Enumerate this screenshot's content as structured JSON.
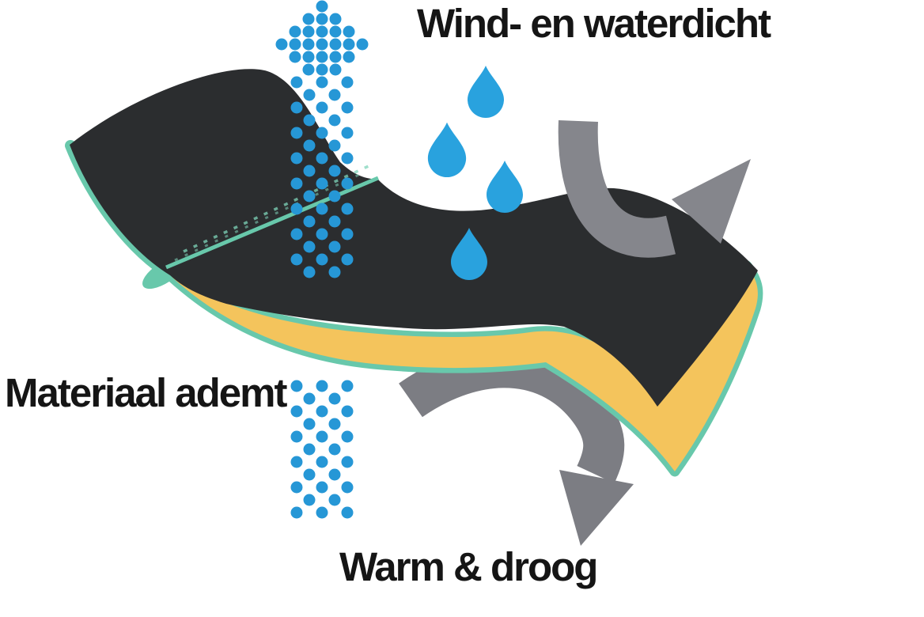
{
  "title": "Wind- en waterdicht",
  "labels": {
    "windproof": "Wind- en waterdicht",
    "breathable": "Materiaal ademt",
    "warm_dry": "Warm & droog"
  },
  "colors": {
    "background": "#ffffff",
    "fabric_dark": "#2b2d2f",
    "membrane_teal": "#68c8ab",
    "stitch_teal": "#7fd4ba",
    "lining_yellow": "#f4c45c",
    "breath_dot_blue": "#2697d6",
    "water_drop_blue": "#29a2de",
    "wind_arrow_gray": "#85868c",
    "warmth_arrow_gray": "#7c7d83",
    "text": "#151515"
  },
  "icons": {
    "breath_arrow_upper": "dotted-arrow-up",
    "breath_dots_lower": "dotted-arrow-shaft",
    "water_drops": "four-water-droplets",
    "wind_arrow": "gray-curved-deflect-arrow",
    "warmth_arrow": "gray-curved-down-arrow",
    "fabric": "layered-fabric-swoosh"
  }
}
